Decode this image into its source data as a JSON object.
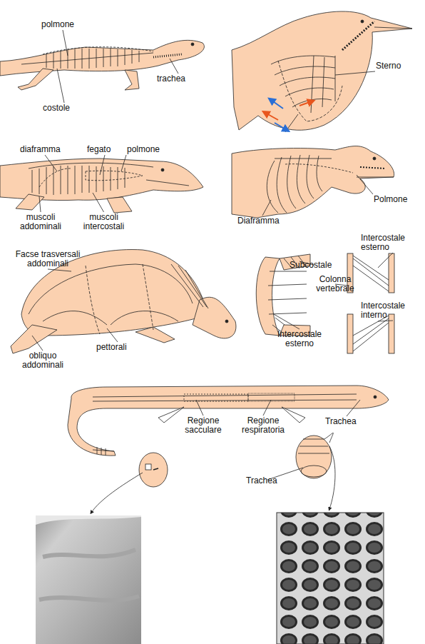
{
  "diagram": {
    "labels": [
      "polmone",
      "trachea",
      "costole",
      "Sterno",
      "diaframma",
      "fegato",
      "polmone",
      "muscoli addominali",
      "muscoli intercostali",
      "Polmone",
      "Diaframma",
      "Facse trasversali addominali",
      "obliquo addominali",
      "pettorali",
      "Subcostale",
      "Intercostale esterno",
      "Colonna vertebrale",
      "Intercostale interno",
      "Intercostale esterno",
      "Regione sacculare",
      "Regione respiratoria",
      "Trachea",
      "Trachea"
    ]
  }
}
